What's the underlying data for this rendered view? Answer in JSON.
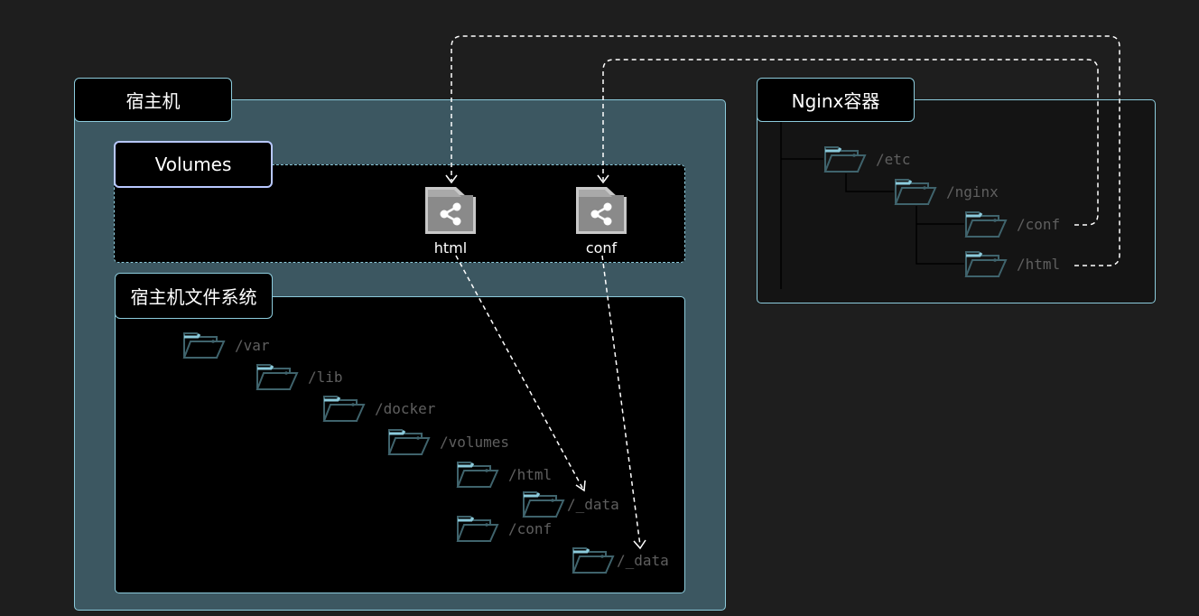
{
  "host": {
    "title": "宿主机"
  },
  "volumes": {
    "title": "Volumes",
    "items": [
      {
        "label": "html"
      },
      {
        "label": "conf"
      }
    ]
  },
  "host_fs": {
    "title": "宿主机文件系统",
    "paths": [
      "/var",
      "/lib",
      "/docker",
      "/volumes",
      "/html",
      "/_data",
      "/conf",
      "/_data"
    ]
  },
  "container": {
    "title": "Nginx容器",
    "paths": [
      "/etc",
      "/nginx",
      "/conf",
      "/html"
    ]
  },
  "colors": {
    "background": "#1e1e1e",
    "host_panel": "#3c5761",
    "border": "#8ccbdc",
    "folder_stroke": "#3f636c",
    "folder_tab": "#8ccbdc",
    "path_text": "#5f5f5f",
    "arrow": "#ffffff"
  }
}
